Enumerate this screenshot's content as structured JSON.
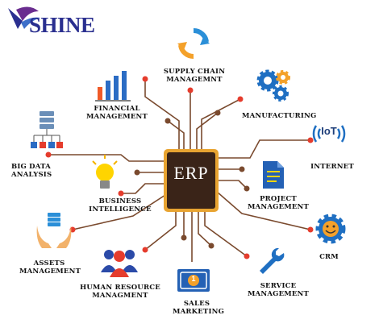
{
  "brand": {
    "name": "SHINE"
  },
  "center": {
    "label": "ERP"
  },
  "modules": {
    "supply_chain": "SUPPLY CHAIN\nMANAGEMNT",
    "financial": "FINANCIAL\nMANAGEMENT",
    "manufacturing": "MANUFACTURING",
    "big_data": "BIG DATA\nANALYSIS",
    "internet": "INTERNET",
    "business_intelligence": "BUSINESS\nINTELLIGENCE",
    "project": "PROJECT\nMANAGEMENT",
    "assets": "ASSETS\nMANAGEMENT",
    "crm": "CRM",
    "human_resource": "HUMAN RESOURCE\nMANAGMENT",
    "sales": "SALES\nMARKETING",
    "service": "SERVICE\nMANAGEMENT"
  },
  "icons": {
    "iot_text": "IoT",
    "sales_badge": "1"
  },
  "colors": {
    "chip": "#3a2418",
    "chip_border": "#e8a431",
    "trace": "#7a4a2e",
    "node": "#e53c2d",
    "logo": "#2a2f8f"
  }
}
